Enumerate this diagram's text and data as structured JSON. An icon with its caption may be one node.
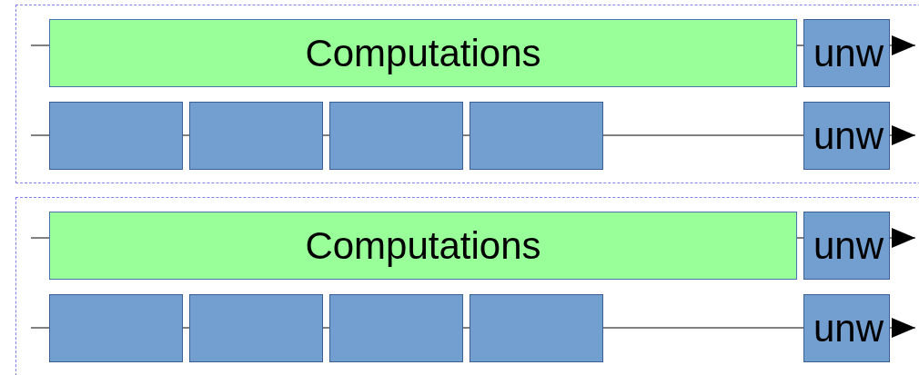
{
  "diagram": {
    "nodes": [
      {
        "text": [],
        "shape": "box"
      },
      {
        "text": [
          "Computations"
        ],
        "in": 0
      },
      {
        "text": [
          "unw"
        ],
        "in": 0
      },
      {
        "text": [],
        "shape": "box",
        "in": 0
      },
      {
        "text": [],
        "shape": "box",
        "in": 0
      },
      {
        "text": [],
        "shape": "box",
        "in": 0
      },
      {
        "text": [],
        "shape": "box",
        "in": 0
      },
      {
        "text": [
          "unw"
        ],
        "in": 0
      },
      {
        "text": [],
        "shape": "box"
      },
      {
        "text": [
          "Computations"
        ],
        "in": 8
      },
      {
        "text": [
          "unw"
        ],
        "in": 8
      },
      {
        "text": [],
        "shape": "box",
        "in": 8
      },
      {
        "text": [],
        "shape": "box",
        "in": 8
      },
      {
        "text": [],
        "shape": "box",
        "in": 8
      },
      {
        "text": [],
        "shape": "box",
        "in": 8
      },
      {
        "text": [
          "unw"
        ],
        "in": 8
      }
    ],
    "edges": [
      {
        "from": null,
        "to": 1,
        "arrow": "none"
      },
      {
        "from": 1,
        "to": 2,
        "arrow": "none"
      },
      {
        "from": 2,
        "to": null,
        "arrow": "to"
      },
      {
        "from": null,
        "to": 3,
        "arrow": "none"
      },
      {
        "from": 3,
        "to": 4,
        "arrow": "none"
      },
      {
        "from": 4,
        "to": 5,
        "arrow": "none"
      },
      {
        "from": 5,
        "to": 6,
        "arrow": "none"
      },
      {
        "from": 6,
        "to": 7,
        "arrow": "none"
      },
      {
        "from": 7,
        "to": null,
        "arrow": "to"
      },
      {
        "from": null,
        "to": 9,
        "arrow": "none"
      },
      {
        "from": 9,
        "to": 10,
        "arrow": "none"
      },
      {
        "from": 10,
        "to": null,
        "arrow": "to"
      },
      {
        "from": null,
        "to": 11,
        "arrow": "none"
      },
      {
        "from": 11,
        "to": 12,
        "arrow": "none"
      },
      {
        "from": 12,
        "to": 13,
        "arrow": "none"
      },
      {
        "from": 13,
        "to": 14,
        "arrow": "none"
      },
      {
        "from": 14,
        "to": 15,
        "arrow": "none"
      },
      {
        "from": 15,
        "to": null,
        "arrow": "to"
      }
    ]
  }
}
